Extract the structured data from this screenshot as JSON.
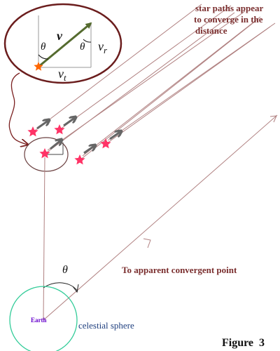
{
  "labels": {
    "star_paths_line1": "star paths appear",
    "star_paths_line2": "to converge in the",
    "star_paths_line3": "distance",
    "convergent_point": "To apparent convergent point",
    "earth": "Earth",
    "celestial_sphere": "celestial sphere",
    "figure": "Figure  3",
    "theta_main": "θ",
    "inset_theta_left": "θ",
    "inset_theta_right": "θ",
    "inset_v": "v",
    "inset_vr_base": "v",
    "inset_vr_sub": "r",
    "inset_vt_base": "v",
    "inset_vt_sub": "t"
  },
  "colors": {
    "star": "#ff3366",
    "inset_star": "#ff6600",
    "motion_arrow": "#666666",
    "path_line": "#b08080",
    "inset_oval": "#6b1d1d",
    "velocity_arrow": "#556b2f",
    "celestial_sphere": "#33cc99",
    "earth_text": "#6600cc",
    "caption_text": "#7a2e2e",
    "sphere_text": "#1f3f7f",
    "dark_text": "#111111"
  }
}
